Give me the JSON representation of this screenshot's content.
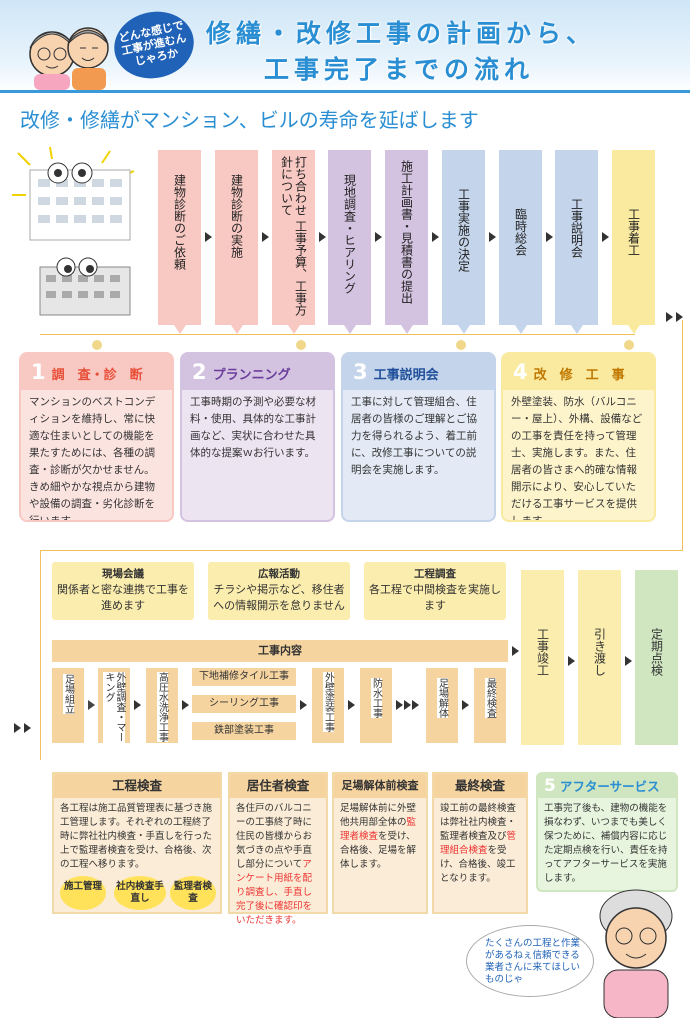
{
  "header": {
    "title_line1": "修繕・改修工事の計画から、",
    "title_line2": "工事完了までの流れ",
    "badge_lines": [
      "どんな感じで",
      "工事が進むん",
      "じゃろか"
    ]
  },
  "subheading": "改修・修繕がマンション、ビルの寿命を延ばします",
  "steps": [
    {
      "label": "建物診断のご依頼",
      "color": "pink"
    },
    {
      "label": "建物診断の実施",
      "color": "pink"
    },
    {
      "label": "打ち合わせ 工事予算、工事方針について",
      "color": "pink"
    },
    {
      "label": "現地調査・ヒアリング",
      "color": "purple"
    },
    {
      "label": "施工計画書・見積書の提出",
      "color": "purple"
    },
    {
      "label": "工事実施の決定",
      "color": "blue"
    },
    {
      "label": "臨時総会",
      "color": "blue"
    },
    {
      "label": "工事説明会",
      "color": "blue"
    },
    {
      "label": "工事着工",
      "color": "yellow"
    }
  ],
  "info_boxes": [
    {
      "num": "1",
      "title": "調　査・診　断",
      "body": "マンションのベストコンディションを維持し、常に快適な住まいとしての機能を果たすためには、各種の調査・診断が欠かせません。きめ細やかな視点から建物や設備の調査・劣化診断を行います。"
    },
    {
      "num": "2",
      "title": "プランニング",
      "body": "工事時期の予測や必要な材料・使用、具体的な工事計画など、実状に合わせた具体的な提案ｗお行います。"
    },
    {
      "num": "3",
      "title": "工事説明会",
      "body": "工事に対して管理組合、住居者の皆様のご理解とご協力を得られるよう、着工前に、改修工事についての説明会を実施します。"
    },
    {
      "num": "4",
      "title": "改　修　工　事",
      "body": "外壁塗装、防水（バルコニー・屋上）、外構、設備などの工事を責任を持って管理士、実施します。また、住居者の皆さまへ的確な情報開示により、安心していただける工事サービスを提供します。"
    }
  ],
  "mid_boxes": [
    {
      "title": "現場会議",
      "body": "関係者と密な連携で工事を進めます"
    },
    {
      "title": "広報活動",
      "body": "チラシや掲示など、移住者への情報開示を怠りません"
    },
    {
      "title": "工程調査",
      "body": "各工程で中間検査を実施します"
    }
  ],
  "right_steps": [
    "工事竣工",
    "引き渡し",
    "定期点検"
  ],
  "work": {
    "title": "工事内容",
    "cols": [
      "足場組立",
      "外壁調査・マーキング",
      "高圧水洗浄工事",
      "外壁塗装工事",
      "防水工事",
      "足場解体",
      "最終検査"
    ],
    "rows": [
      "下地補修タイル工事",
      "シーリング工事",
      "鉄部塗装工事"
    ]
  },
  "inspections": [
    {
      "title": "工程検査",
      "body": "各工程は施工品質管理表に基づき施工管理します。それぞれの工程終了時に弊社社内検査・手直しを行った上で監理者検査を受け、合格後、次の工程へ移ります。",
      "flow": [
        "施工管理",
        "社内検査手直し",
        "監理者検査"
      ]
    },
    {
      "title": "居住者検査",
      "body_before": "各住戸のバルコニーの工事終了時に住民の皆様からお気づきの点や手直し部分について",
      "body_red": "アンケート用紙を配り調査し、手直し完了後に確認印をいただきます。",
      "body_after": ""
    },
    {
      "title": "足場解体前検査",
      "body_before": "足場解体前に外壁他共用部全体の",
      "body_red": "監理者検査",
      "body_after": "を受け、合格後、足場を解体します。"
    },
    {
      "title": "最終検査",
      "body_before": "竣工前の最終検査は弊社社内検査・監理者検査及び",
      "body_red": "管理組合検査",
      "body_after": "を受け、合格後、竣工となります。"
    }
  ],
  "after_service": {
    "num": "5",
    "title": "アフターサービス",
    "body": "工事完了後も、建物の機能を損なわず、いつまでも美しく保つために、補償内容に応じた定期点検を行い、責任を持ってアフターサービスを実施します。"
  },
  "speech": "たくさんの工程と作業があるねぇ信頼できる業者さんに来てほしいものじゃ",
  "colors": {
    "accent": "#2a8ed3",
    "pink": "#f8c8c3",
    "purple": "#d4c3e0",
    "blue": "#c4d4ea",
    "yellow": "#faeaa0",
    "orange": "#f6d4a0",
    "green": "#cfe6c0"
  }
}
